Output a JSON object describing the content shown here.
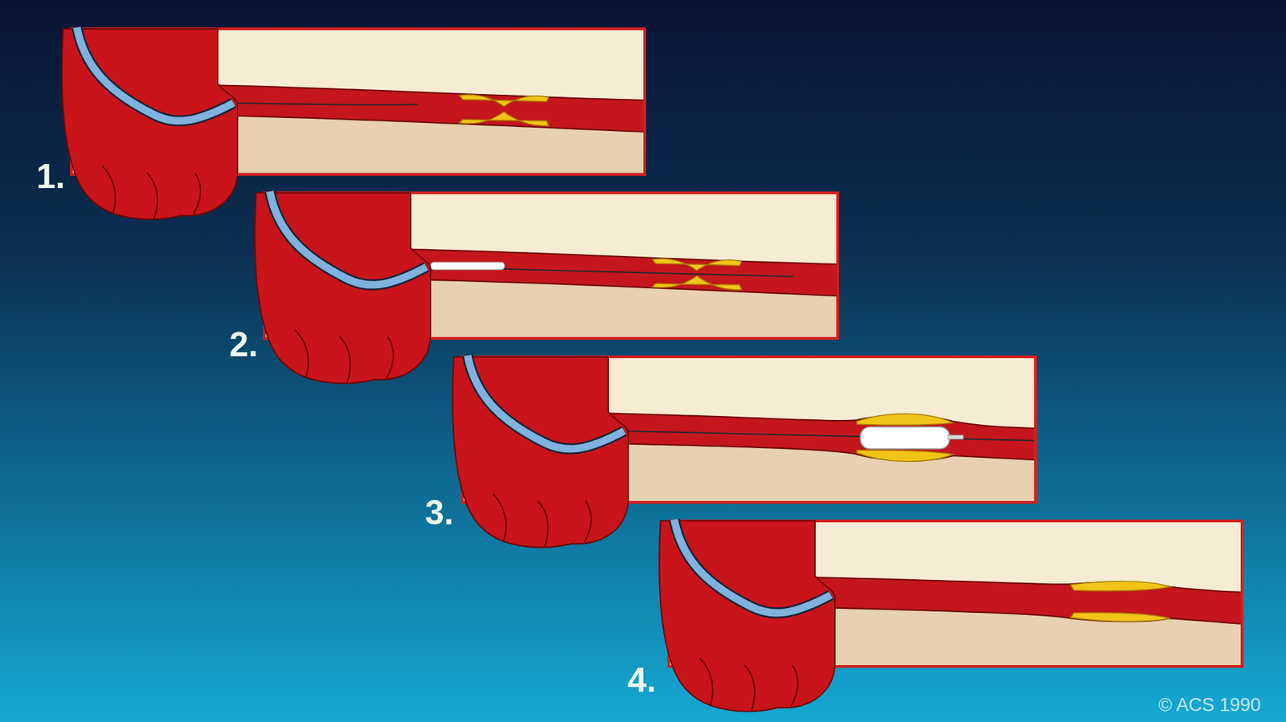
{
  "diagram": {
    "labels": [
      "1.",
      "2.",
      "3.",
      "4.",
      "© ACS 1990"
    ]
  }
}
